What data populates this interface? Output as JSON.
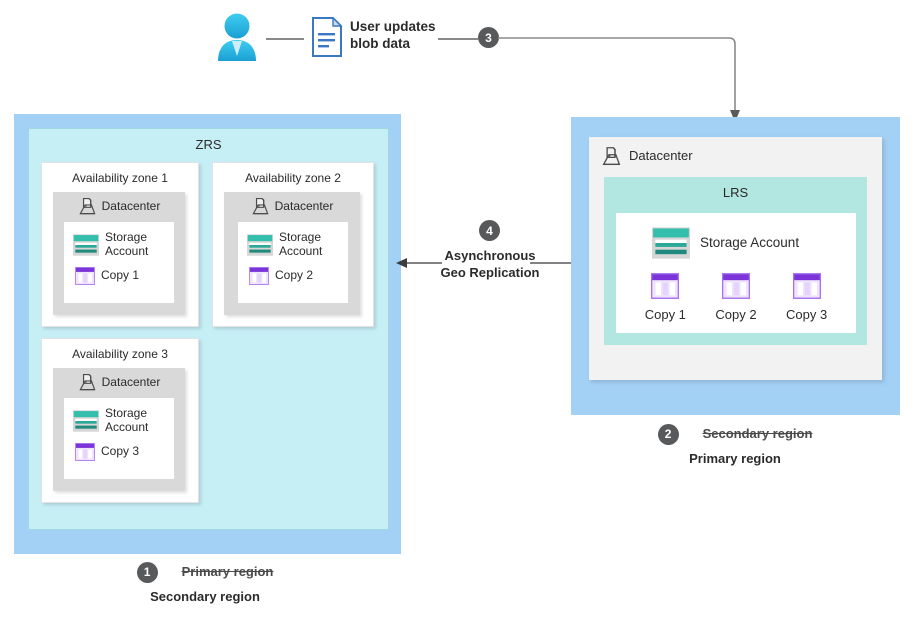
{
  "diagram": {
    "title": "Azure storage geo-replication failover diagram",
    "colors": {
      "region_outer": "#a3d0f5",
      "zrs_inner": "#c6eef5",
      "lrs_inner": "#b2e6e0",
      "datacenter_box": "#d9d9d9",
      "badge": "#58595b",
      "connector": "#8a8a8a",
      "storage_icon_teal": "#34bfad",
      "storage_icon_dark_teal": "#1f8a7d",
      "copy_icon_purple": "#7a34d8",
      "copy_icon_light": "#d4b9f7",
      "person_icon_blue": "#29b6e8",
      "document_icon_blue": "#3a78c2"
    },
    "top_flow": {
      "person_icon": "person-icon",
      "document_icon": "document-icon",
      "label_line1": "User updates",
      "label_line2": "blob data",
      "step_badge": "3"
    },
    "center_flow": {
      "step_badge": "4",
      "label_line1": "Asynchronous",
      "label_line2": "Geo Replication",
      "arrow_icon": "arrow-left-icon"
    },
    "left_region": {
      "title": "ZRS",
      "caption": {
        "badge": "1",
        "struck_label": "Primary region",
        "active_label": "Secondary region"
      },
      "zones": [
        {
          "title": "Availability zone 1",
          "datacenter_label": "Datacenter",
          "datacenter_icon": "datacenter-icon",
          "storage_icon": "storage-account-icon",
          "storage_label_line1": "Storage",
          "storage_label_line2": "Account",
          "copy_icon": "copy-icon",
          "copy_label": "Copy 1"
        },
        {
          "title": "Availability zone 2",
          "datacenter_label": "Datacenter",
          "datacenter_icon": "datacenter-icon",
          "storage_icon": "storage-account-icon",
          "storage_label_line1": "Storage",
          "storage_label_line2": "Account",
          "copy_icon": "copy-icon",
          "copy_label": "Copy 2"
        },
        {
          "title": "Availability zone 3",
          "datacenter_label": "Datacenter",
          "datacenter_icon": "datacenter-icon",
          "storage_icon": "storage-account-icon",
          "storage_label_line1": "Storage",
          "storage_label_line2": "Account",
          "copy_icon": "copy-icon",
          "copy_label": "Copy 3"
        }
      ]
    },
    "right_region": {
      "datacenter_label": "Datacenter",
      "datacenter_icon": "datacenter-icon",
      "title": "LRS",
      "storage_icon": "storage-account-icon",
      "storage_label": "Storage Account",
      "copies": [
        {
          "icon": "copy-icon",
          "label": "Copy 1"
        },
        {
          "icon": "copy-icon",
          "label": "Copy 2"
        },
        {
          "icon": "copy-icon",
          "label": "Copy 3"
        }
      ],
      "caption": {
        "badge": "2",
        "struck_label": "Secondary region",
        "active_label": "Primary region"
      }
    }
  }
}
